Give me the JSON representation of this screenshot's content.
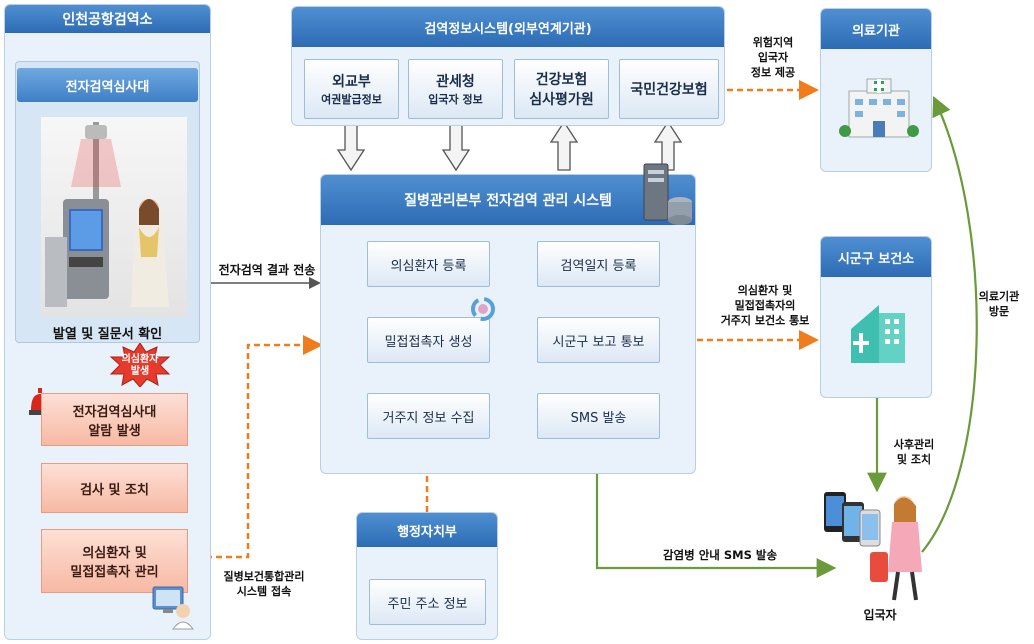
{
  "left_panel": {
    "title": "인천공항검역소",
    "sub_title": "전자검역심사대",
    "photo_caption": "발열 및 질문서 확인",
    "burst": [
      "의심환자",
      "발생"
    ],
    "steps": [
      {
        "line1": "전자검역심사대",
        "line2": "알람 발생"
      },
      {
        "line1": "검사 및 조치",
        "line2": ""
      },
      {
        "line1": "의심환자 및",
        "line2": "밀접접촉자 관리"
      }
    ]
  },
  "top_panel": {
    "title": "검역정보시스템(외부연계기관)",
    "boxes": [
      {
        "line1": "외교부",
        "line2": "여권발급정보"
      },
      {
        "line1": "관세청",
        "line2": "입국자 정보"
      },
      {
        "line1": "건강보험",
        "line2": "심사평가원"
      },
      {
        "line1": "국민건강보험",
        "line2": ""
      }
    ]
  },
  "center_panel": {
    "title": "질병관리본부 전자검역 관리 시스템",
    "left_col": [
      "의심환자 등록",
      "밀접접촉자 생성",
      "거주지 정보 수집"
    ],
    "right_col": [
      "검역일지 등록",
      "시군구 보고 통보",
      "SMS 발송"
    ]
  },
  "bottom_panel": {
    "title": "행정자치부",
    "box": "주민 주소 정보"
  },
  "right_panels": {
    "medical": "의료기관",
    "health_center": "시군구 보건소"
  },
  "labels": {
    "result_send": "전자검역 결과 전송",
    "integrated_access": [
      "질병보건통합관리",
      "시스템 접속"
    ],
    "risk_area": [
      "위험지역",
      "입국자",
      "정보 제공"
    ],
    "residence_notice": [
      "의심환자 및",
      "밀접접촉자의",
      "거주지 보건소 통보"
    ],
    "followup": [
      "사후관리",
      "및 조치"
    ],
    "hospital_visit": [
      "의료기관",
      "방문"
    ],
    "sms_guide": "감염병 안내 SMS 발송",
    "traveler": "입국자"
  },
  "colors": {
    "header_blue": "#2d6cb4",
    "orange_dashed": "#f07c1c",
    "green_arrow": "#6a9a3a",
    "pink_step": "#f7b9a4"
  }
}
